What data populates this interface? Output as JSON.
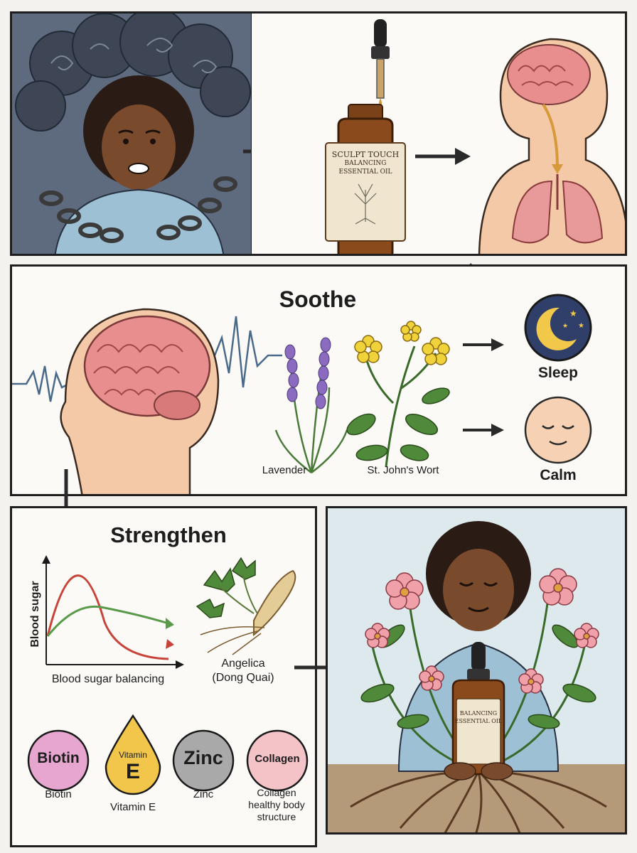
{
  "top_row": {
    "bottle_label": {
      "brand": "SCULPT TOUCH",
      "line1": "BALANCING",
      "line2": "ESSENTIAL OIL"
    }
  },
  "soothe": {
    "title": "Soothe",
    "plants": [
      {
        "label": "Lavender"
      },
      {
        "label": "St. John's Wort"
      }
    ],
    "effects": [
      {
        "label": "Sleep"
      },
      {
        "label": "Calm"
      }
    ]
  },
  "strengthen": {
    "title": "Strengthen",
    "chart": {
      "ylabel": "Blood sugar",
      "caption": "Blood sugar balancing"
    },
    "herb": {
      "line1": "Angelica",
      "line2": "(Dong Quai)"
    },
    "nutrients": [
      {
        "badge": "Biotin",
        "label": "Biotin",
        "color": "#e6a6cf"
      },
      {
        "badge_top": "Vitamin",
        "badge": "E",
        "label": "Vitamin E",
        "color": "#f1c64a"
      },
      {
        "badge": "Zinc",
        "label": "Zinc",
        "color": "#a9a9a9"
      },
      {
        "badge": "Collagen",
        "label_lines": [
          "Collagen",
          "healthy body",
          "structure"
        ],
        "color": "#f3c3c8"
      }
    ]
  },
  "result": {
    "bottle_label": {
      "line1": "BALANCING",
      "line2": "ESSENTIAL OIL"
    }
  },
  "colors": {
    "stress_bg": "#5e6a7e",
    "brain": "#e88e8e",
    "skin": "#f3c9a8",
    "bottle": "#8a4a1c",
    "lavender": "#8a6bbf",
    "wort": "#f0d23a",
    "moon_bg": "#2f3f6a",
    "result_bg": "#dde9ec",
    "soil": "#b59a7a"
  }
}
